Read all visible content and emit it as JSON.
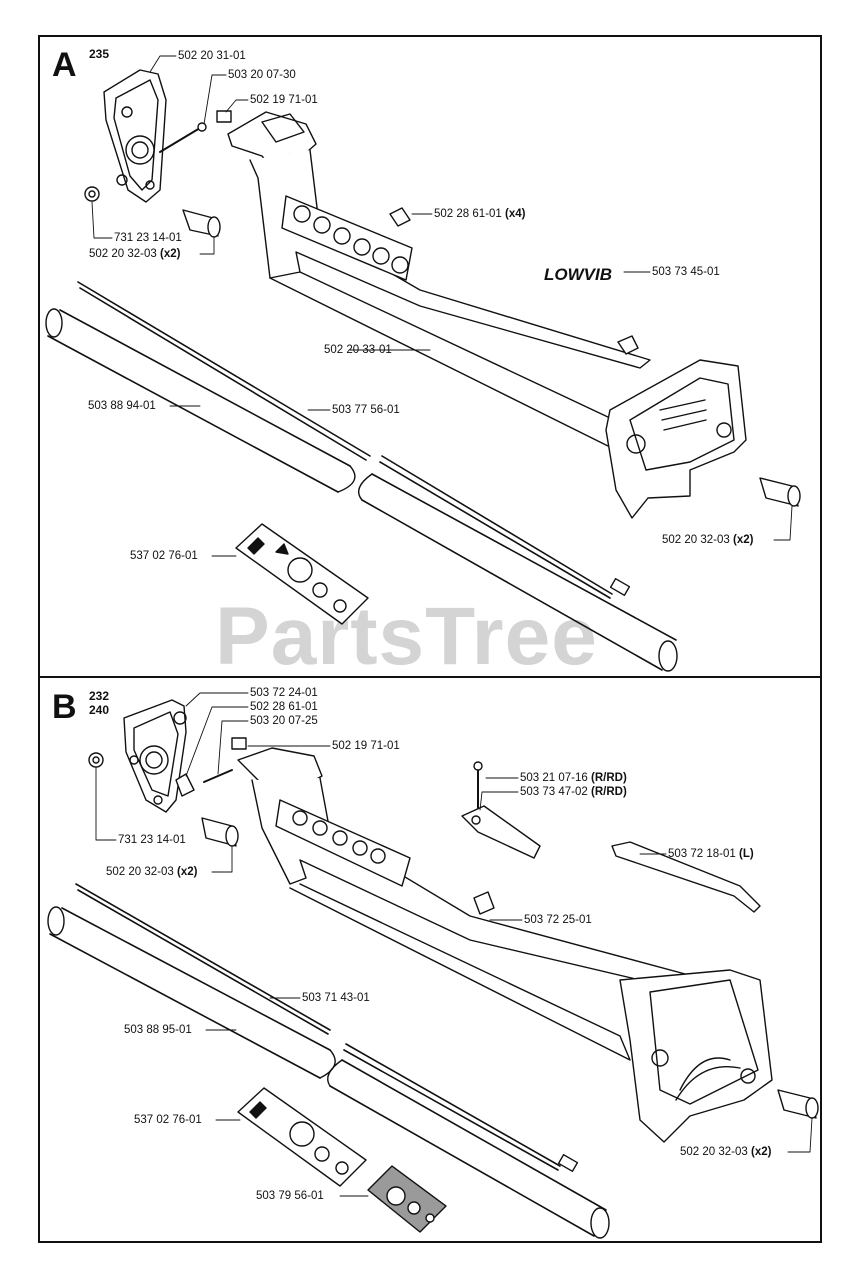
{
  "watermark": "PartsTree",
  "sections": [
    {
      "letter": "A",
      "models": [
        "235"
      ],
      "labels": [
        {
          "part": "502 20 31-01",
          "qty": ""
        },
        {
          "part": "503 20 07-30",
          "qty": ""
        },
        {
          "part": "502 19 71-01",
          "qty": ""
        },
        {
          "part": "502 28 61-01",
          "qty": "(x4)"
        },
        {
          "part": "503 73 45-01",
          "qty": ""
        },
        {
          "part": "731 23 14-01",
          "qty": ""
        },
        {
          "part": "502 20 32-03",
          "qty": "(x2)"
        },
        {
          "part": "502 20 33-01",
          "qty": ""
        },
        {
          "part": "503 88 94-01",
          "qty": ""
        },
        {
          "part": "503 77 56-01",
          "qty": ""
        },
        {
          "part": "502 20 32-03",
          "qty": "(x2)"
        },
        {
          "part": "537 02 76-01",
          "qty": ""
        }
      ],
      "logo_text": "LOWVIB"
    },
    {
      "letter": "B",
      "models": [
        "232",
        "240"
      ],
      "labels": [
        {
          "part": "503 72 24-01",
          "qty": ""
        },
        {
          "part": "502 28 61-01",
          "qty": ""
        },
        {
          "part": "503 20 07-25",
          "qty": ""
        },
        {
          "part": "502 19 71-01",
          "qty": ""
        },
        {
          "part": "503 21 07-16",
          "qty": "(R/RD)"
        },
        {
          "part": "503 73 47-02",
          "qty": "(R/RD)"
        },
        {
          "part": "503 72 18-01",
          "qty": "(L)"
        },
        {
          "part": "731 23 14-01",
          "qty": ""
        },
        {
          "part": "502 20 32-03",
          "qty": "(x2)"
        },
        {
          "part": "503 72 25-01",
          "qty": ""
        },
        {
          "part": "503 71 43-01",
          "qty": ""
        },
        {
          "part": "503 88 95-01",
          "qty": ""
        },
        {
          "part": "537 02 76-01",
          "qty": ""
        },
        {
          "part": "502 20 32-03",
          "qty": "(x2)"
        },
        {
          "part": "503 79 56-01",
          "qty": ""
        }
      ]
    }
  ]
}
